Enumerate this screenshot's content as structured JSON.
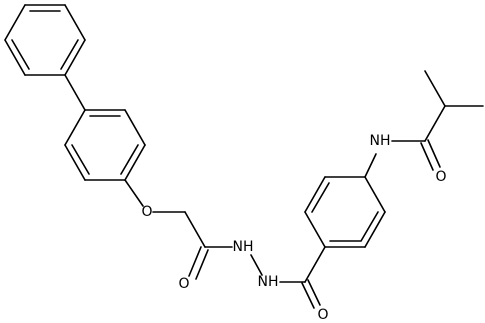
{
  "structure": {
    "type": "chemical-structure",
    "atom_labels": {
      "ether_oxygen": "O",
      "carbonyl_oxygen_left": "O",
      "hydrazide_nh_upper": "NH",
      "hydrazide_nh_lower": "NH",
      "carbonyl_oxygen_right": "O",
      "amide_nh": "NH",
      "amide_oxygen": "O"
    }
  }
}
